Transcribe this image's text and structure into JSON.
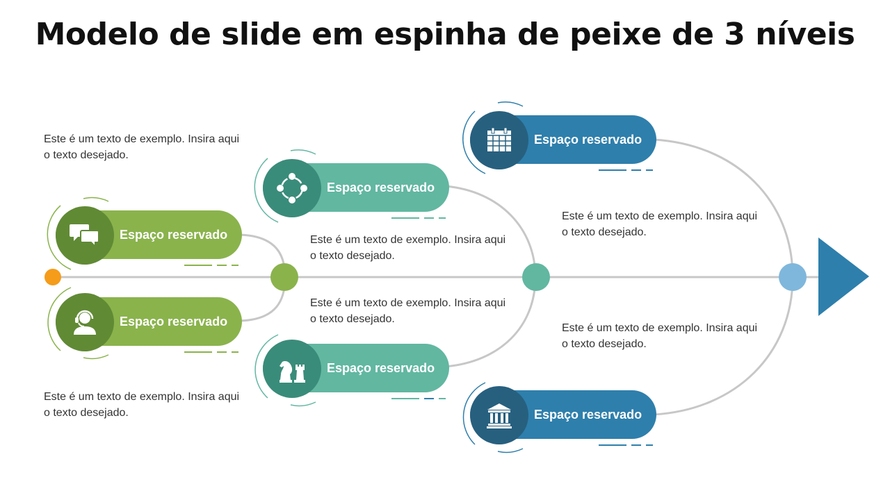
{
  "title": "Modelo de slide em espinha de peixe de 3 níveis",
  "colors": {
    "level1": "#8ab34c",
    "level1_dark": "#618a35",
    "level2": "#62b7a1",
    "level2_dark": "#3a8c7a",
    "level3": "#2e7fac",
    "level3_dark": "#27607f",
    "start_dot": "#f59c1a",
    "end_dot": "#7fb7dc",
    "spine": "#c7c7c7"
  },
  "items": [
    {
      "label": "Espaço reservado",
      "icon": "chat-bubbles-icon",
      "level": 1,
      "side": "top"
    },
    {
      "label": "Espaço reservado",
      "icon": "headset-support-icon",
      "level": 1,
      "side": "bottom"
    },
    {
      "label": "Espaço reservado",
      "icon": "network-nodes-icon",
      "level": 2,
      "side": "top"
    },
    {
      "label": "Espaço reservado",
      "icon": "chess-pieces-icon",
      "level": 2,
      "side": "bottom"
    },
    {
      "label": "Espaço reservado",
      "icon": "calendar-icon",
      "level": 3,
      "side": "top"
    },
    {
      "label": "Espaço reservado",
      "icon": "bank-building-icon",
      "level": 3,
      "side": "bottom"
    }
  ],
  "texts": [
    "Este é um texto de exemplo. Insira aqui o texto desejado.",
    "Este é um texto de exemplo. Insira aqui o texto desejado.",
    "Este é um texto de exemplo. Insira aqui o texto desejado.",
    "Este é um texto de exemplo. Insira aqui o texto desejado.",
    "Este é um texto de exemplo. Insira aqui o texto desejado.",
    "Este é um texto de exemplo. Insira aqui o texto desejado."
  ]
}
